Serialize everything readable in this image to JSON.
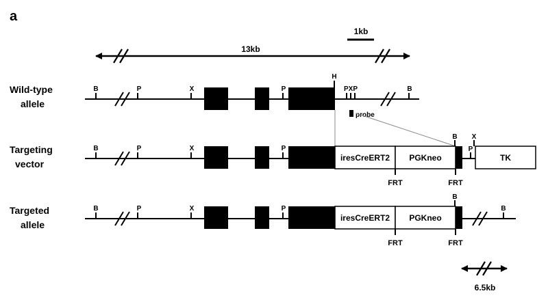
{
  "panel_label": "a",
  "scale_bar": {
    "label": "1kb"
  },
  "span_arrow": {
    "label": "13kb"
  },
  "bottom_arrow": {
    "label": "6.5kb"
  },
  "rows": {
    "wild_type": {
      "label_line1": "Wild-type",
      "label_line2": "allele",
      "sites": {
        "b1": "B",
        "p1": "P",
        "x1": "X",
        "p2": "P",
        "h": "H",
        "pxp": "PXP",
        "b2": "B"
      },
      "probe_label": "probe"
    },
    "targeting_vector": {
      "label_line1": "Targeting",
      "label_line2": "vector",
      "sites": {
        "b1": "B",
        "p1": "P",
        "x1": "X",
        "p2": "P",
        "b2": "B",
        "x2": "X",
        "p3": "P"
      },
      "cassette_1": "iresCreERT2",
      "cassette_2": "PGKneo",
      "tk": "TK",
      "frt_1": "FRT",
      "frt_2": "FRT"
    },
    "targeted_allele": {
      "label_line1": "Targeted",
      "label_line2": "allele",
      "sites": {
        "b1": "B",
        "p1": "P",
        "x1": "X",
        "p2": "P",
        "b2": "B",
        "b3": "B"
      },
      "cassette_1": "iresCreERT2",
      "cassette_2": "PGKneo",
      "frt_1": "FRT",
      "frt_2": "FRT"
    }
  }
}
